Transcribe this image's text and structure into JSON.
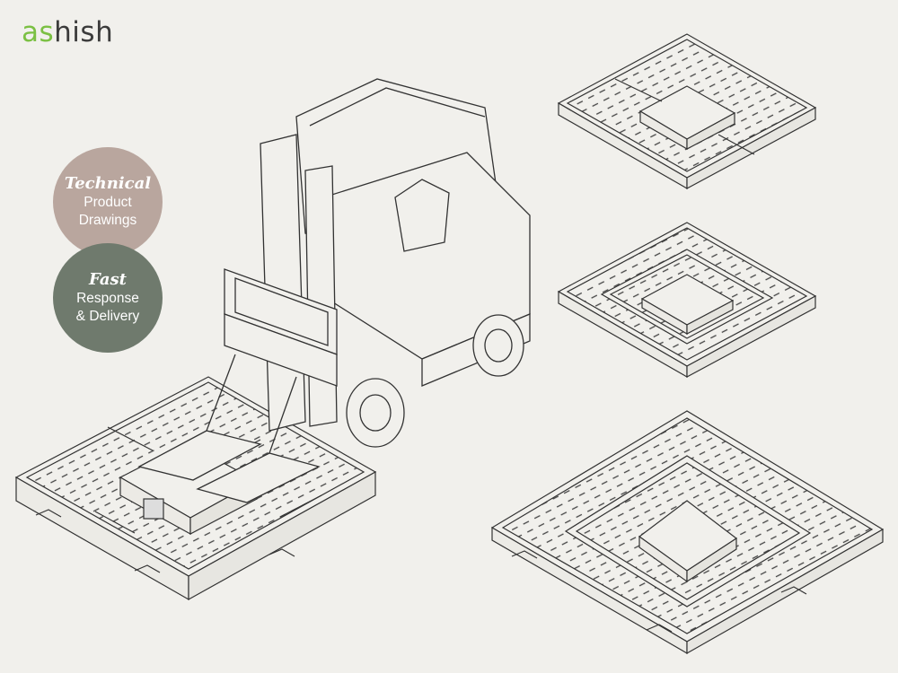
{
  "brand": {
    "logo_prefix": "as",
    "logo_suffix": "hish",
    "accent": "#7bc043"
  },
  "badges": [
    {
      "title": "Technical",
      "line1": "Product",
      "line2": "Drawings",
      "color": "#b9a69e"
    },
    {
      "title": "Fast",
      "line1": "Response",
      "line2": "& Delivery",
      "color": "#6f7a6d"
    }
  ],
  "illustrations": [
    "forklift-illustration",
    "tree-grate-with-forklift",
    "tree-grate-small",
    "tree-grate-medium",
    "tree-grate-large"
  ]
}
